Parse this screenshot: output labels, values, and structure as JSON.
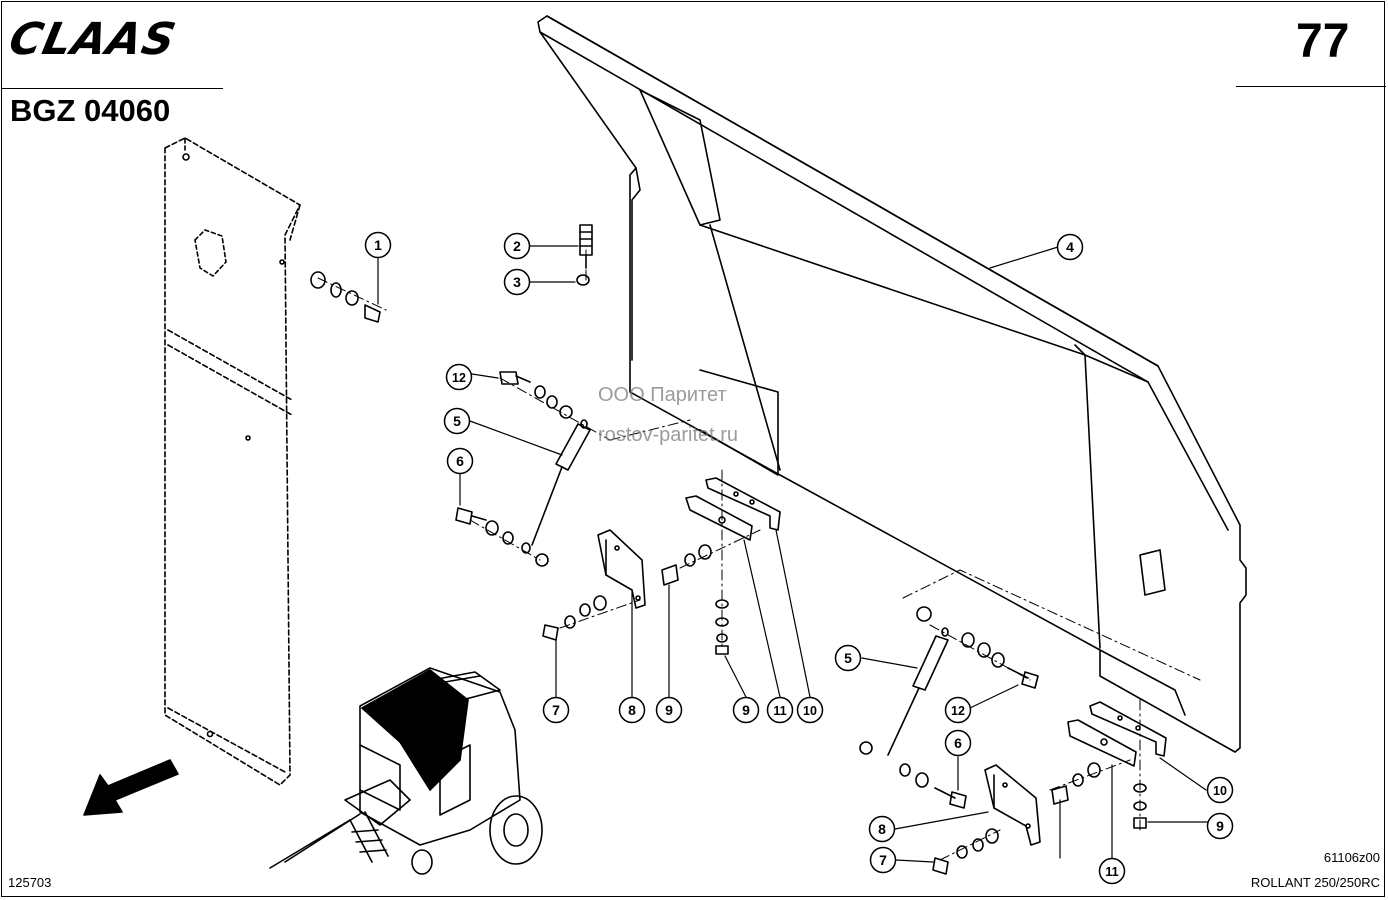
{
  "header": {
    "brand": "CLAAS",
    "group_code": "BGZ 04060",
    "page_number": "77"
  },
  "footer": {
    "drawing_number": "125703",
    "figure_reference": "61106z00",
    "model": "ROLLANT 250/250RC"
  },
  "watermark": {
    "line1": "ООО Паритет",
    "line2": "rostov-paritet.ru"
  },
  "callouts": [
    {
      "id": "c1",
      "label": "1"
    },
    {
      "id": "c2",
      "label": "2"
    },
    {
      "id": "c3",
      "label": "3"
    },
    {
      "id": "c4",
      "label": "4"
    },
    {
      "id": "c5a",
      "label": "5"
    },
    {
      "id": "c5b",
      "label": "5"
    },
    {
      "id": "c6a",
      "label": "6"
    },
    {
      "id": "c6b",
      "label": "6"
    },
    {
      "id": "c7a",
      "label": "7"
    },
    {
      "id": "c7b",
      "label": "7"
    },
    {
      "id": "c8a",
      "label": "8"
    },
    {
      "id": "c8b",
      "label": "8"
    },
    {
      "id": "c9a",
      "label": "9"
    },
    {
      "id": "c9b",
      "label": "9"
    },
    {
      "id": "c9c",
      "label": "9"
    },
    {
      "id": "c10a",
      "label": "10"
    },
    {
      "id": "c10b",
      "label": "10"
    },
    {
      "id": "c11a",
      "label": "11"
    },
    {
      "id": "c11b",
      "label": "11"
    },
    {
      "id": "c12a",
      "label": "12"
    },
    {
      "id": "c12b",
      "label": "12"
    }
  ]
}
